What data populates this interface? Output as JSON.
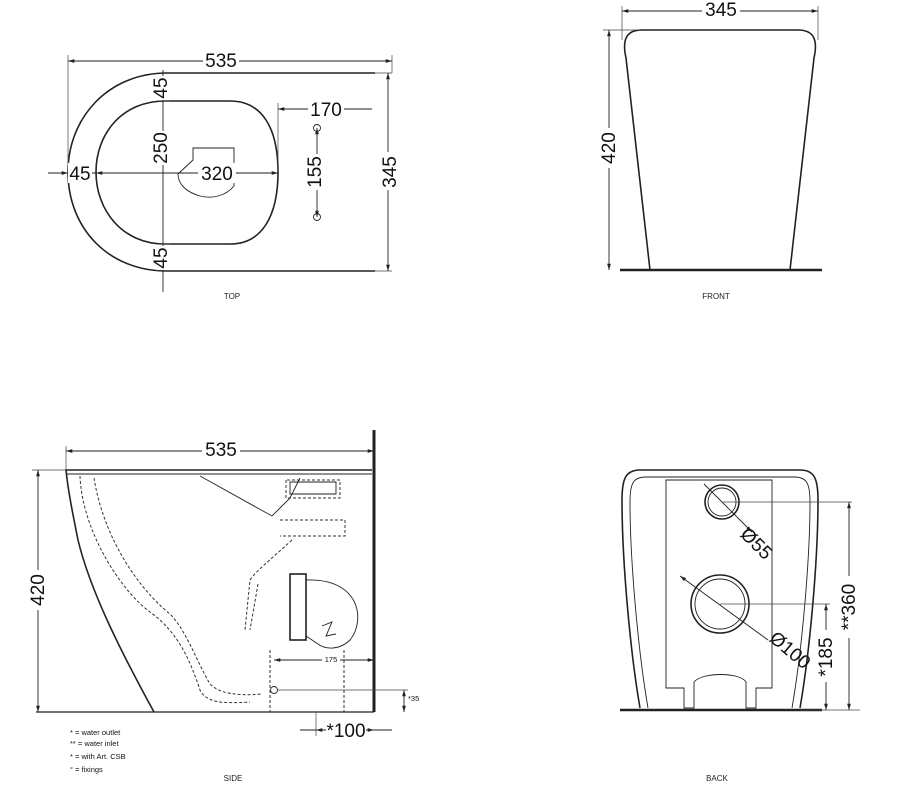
{
  "views": {
    "top": {
      "label": "TOP",
      "dims": {
        "length": "535",
        "width": "345",
        "inner_width": "250",
        "inner_length": "320",
        "rim_top": "45",
        "rim_bottom": "45",
        "rim_left": "45",
        "fix_offset": "170",
        "fix_spacing": "155"
      }
    },
    "front": {
      "label": "FRONT",
      "dims": {
        "width": "345",
        "height": "420"
      }
    },
    "side": {
      "label": "SIDE",
      "dims": {
        "length": "535",
        "height": "420",
        "inlet_offset": "175",
        "outlet": "*100",
        "fix_height": "*35"
      },
      "legend": [
        "* = water outlet",
        "** = water inlet",
        "* = with Art. CSB",
        "° = fixings"
      ]
    },
    "back": {
      "label": "BACK",
      "dims": {
        "inlet_dia": "Ø55",
        "outlet_dia": "Ø100",
        "outlet_height": "*185",
        "inlet_height": "**360"
      }
    }
  }
}
